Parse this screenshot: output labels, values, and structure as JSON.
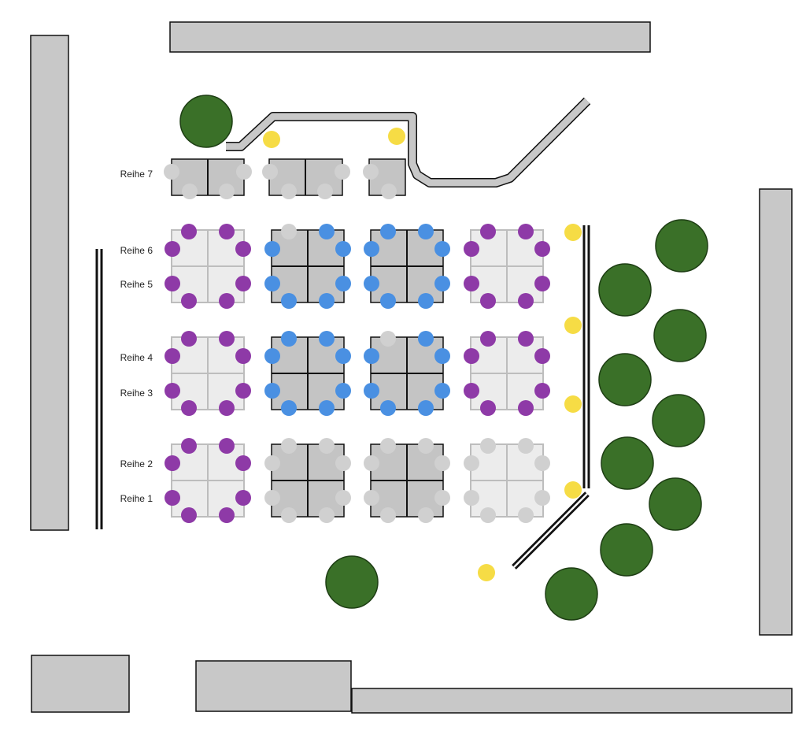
{
  "row_labels": {
    "r7": "Reihe 7",
    "r6": "Reihe 6",
    "r5": "Reihe 5",
    "r4": "Reihe 4",
    "r3": "Reihe 3",
    "r2": "Reihe 2",
    "r1": "Reihe 1"
  },
  "colors": {
    "wall": "#c8c8c8",
    "table_dark": "#c4c4c4",
    "table_light": "#ececec",
    "seat_purple": "#8e3aa7",
    "seat_blue": "#4a90e2",
    "seat_grey": "#d0d0d0",
    "lamp_yellow": "#f6dc45",
    "tree_green": "#3a7028"
  },
  "icons": {
    "tree": "tree-icon",
    "lamp": "lamp-icon",
    "seat": "seat-icon"
  }
}
